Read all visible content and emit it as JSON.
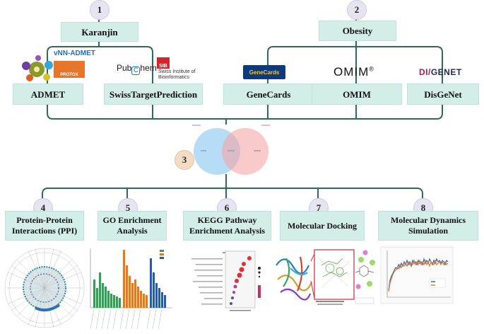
{
  "steps": {
    "s1": {
      "num": "1",
      "label": "Karanjin"
    },
    "s2": {
      "num": "2",
      "label": "Obesity"
    },
    "s3": {
      "num": "3"
    },
    "s4": {
      "num": "4",
      "label": "Protein-Protein Interactions (PPI)"
    },
    "s5": {
      "num": "5",
      "label": "GO Enrichment Analysis"
    },
    "s6": {
      "num": "6",
      "label": "KEGG Pathway Enrichment Analysis"
    },
    "s7": {
      "num": "7",
      "label": "Molecular Docking"
    },
    "s8": {
      "num": "8",
      "label": "Molecular Dynamics Simulation"
    }
  },
  "databases": {
    "admet": "ADMET",
    "swiss": "SwissTargetPrediction",
    "genecards": "GeneCards",
    "omim": "OMIM",
    "disgenet": "DisGeNet"
  },
  "logos": {
    "vnn": "vNN-ADMET",
    "protox": "PROTOX",
    "pubchem_a": "Pub",
    "pubchem_b": "hem",
    "sib_badge": "SIB",
    "sib_line1": "Swiss Institute of",
    "sib_line2": "Bioinformatics",
    "genecards_logo": "GeneCards",
    "omim_logo": "OMIM",
    "omim_mark": "®",
    "disgenet_a": "DI",
    "disgenet_b": "GENET"
  },
  "colors": {
    "connector": "#2e6b5c",
    "box_fill": "#d3ede8",
    "venn_left": "#9fd0f2",
    "venn_right": "#f4a6a6"
  }
}
